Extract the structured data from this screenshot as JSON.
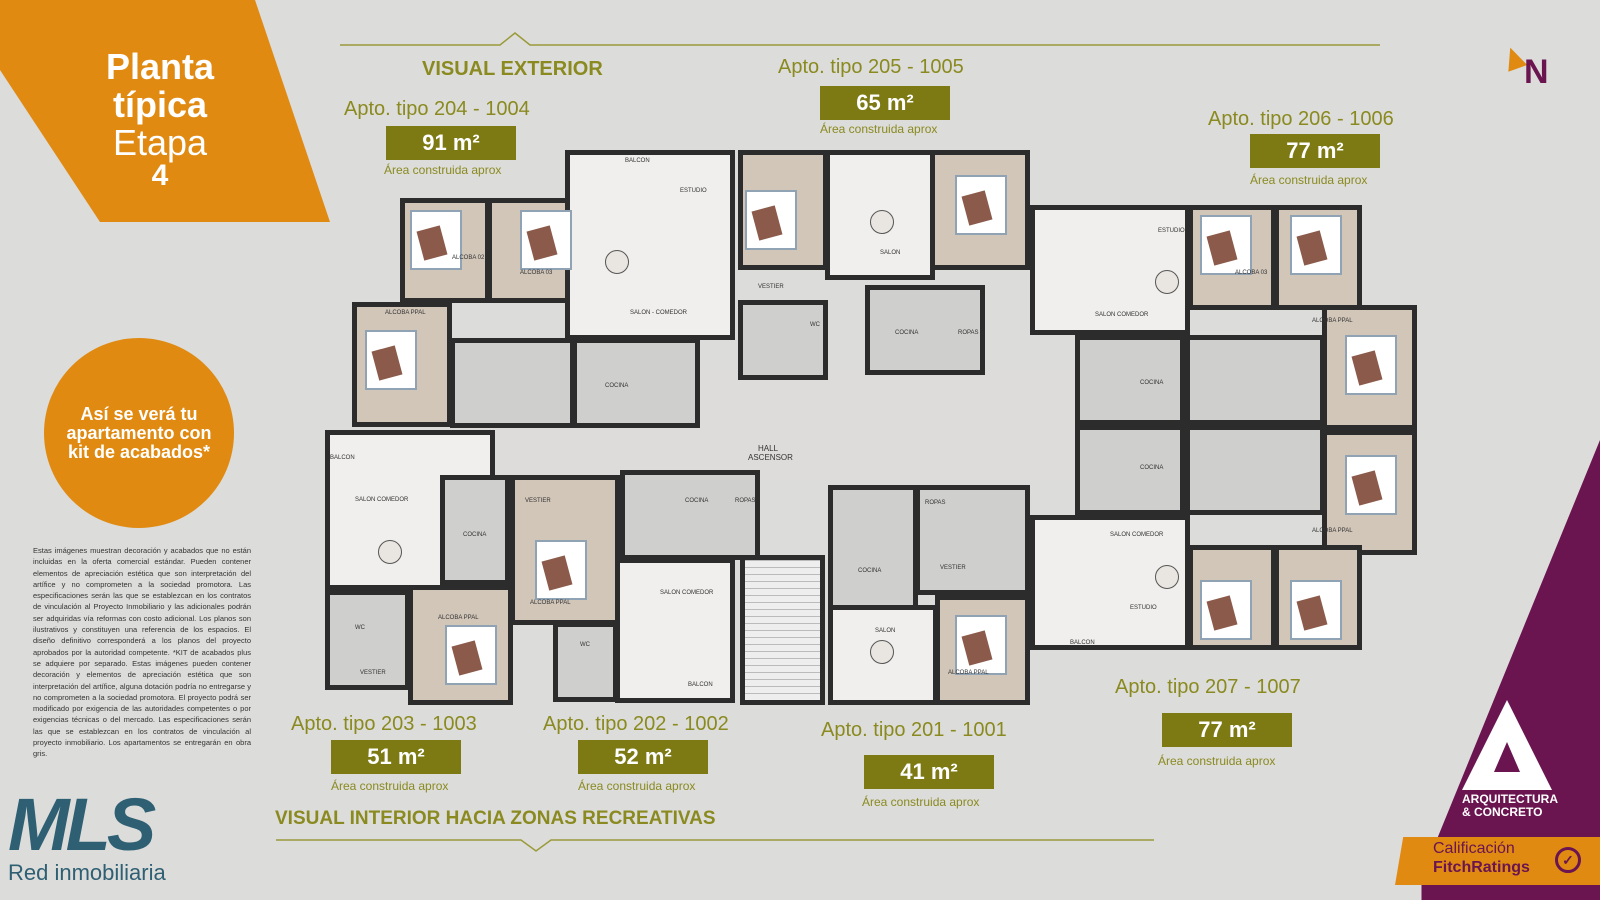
{
  "header": {
    "title_line1": "Planta",
    "title_line2": "típica",
    "title_line3": "Etapa",
    "title_line4": "4",
    "badge_text": "Así se verá tu apartamento con kit de acabados*",
    "visual_exterior": "VISUAL EXTERIOR",
    "visual_interior": "VISUAL INTERIOR HACIA ZONAS RECREATIVAS"
  },
  "apartments": [
    {
      "label": "Apto. tipo 204 - 1004",
      "area": "91 m²",
      "note": "Área construida aprox"
    },
    {
      "label": "Apto. tipo 205 - 1005",
      "area": "65 m²",
      "note": "Área construida aprox"
    },
    {
      "label": "Apto. tipo 206 - 1006",
      "area": "77 m²",
      "note": "Área construida aprox"
    },
    {
      "label": "Apto. tipo 203 - 1003",
      "area": "51 m²",
      "note": "Área construida aprox"
    },
    {
      "label": "Apto. tipo 202 - 1002",
      "area": "52 m²",
      "note": "Área construida aprox"
    },
    {
      "label": "Apto. tipo 201 - 1001",
      "area": "41 m²",
      "note": "Área construida aprox"
    },
    {
      "label": "Apto. tipo 207 - 1007",
      "area": "77 m²",
      "note": "Área construida aprox"
    }
  ],
  "plan": {
    "hall_label": "HALL ASCENSOR",
    "rooms": {
      "alcoba2": "ALCOBA 02",
      "alcoba3": "ALCOBA 03",
      "alcoba_ppal": "ALCOBA PPAL",
      "salon_comedor": "SALON - COMEDOR",
      "salon_comedor2": "SALON COMEDOR",
      "cocina": "COCINA",
      "ropas": "ROPAS",
      "wc": "WC",
      "vestier": "VESTIER",
      "estudio": "ESTUDIO",
      "balcon": "BALCON",
      "salon": "SALON"
    }
  },
  "disclaimer": "Estas imágenes muestran decoración y acabados que no están incluidas en la oferta comercial estándar. Pueden contener elementos de apreciación estética que son interpretación del artífice y no comprometen a la sociedad promotora. Las especificaciones serán las que se establezcan en los contratos de vinculación al Proyecto Inmobiliario y las adicionales podrán ser adquiridas vía reformas con costo adicional. Los planos son ilustrativos y constituyen una referencia de los espacios. El diseño definitivo corresponderá a los planos del proyecto aprobados por la autoridad competente. *KIT de acabados plus se adquiere por separado. Estas imágenes pueden contener decoración y elementos de apreciación estética que son interpretación del artífice, alguna dotación podría no entregarse y no comprometen a la sociedad promotora. El proyecto podrá ser modificado por exigencia de las autoridades competentes o por exigencias técnicas o del mercado. Las especificaciones serán las que se establezcan en los contratos de vinculación al proyecto inmobiliario. Los apartamentos se entregarán en obra gris.",
  "logos": {
    "mls_text": "MLS",
    "mls_sub": "Red inmobiliaria",
    "n_logo": "N",
    "company_line1": "ARQUITECTURA",
    "company_line2": "& CONCRETO",
    "rating_line1": "Calificación",
    "rating_line2": "FitchRatings"
  },
  "colors": {
    "orange": "#e08a12",
    "olive": "#7d7a14",
    "purple": "#6a1450",
    "mls_teal": "#2e5f73"
  }
}
